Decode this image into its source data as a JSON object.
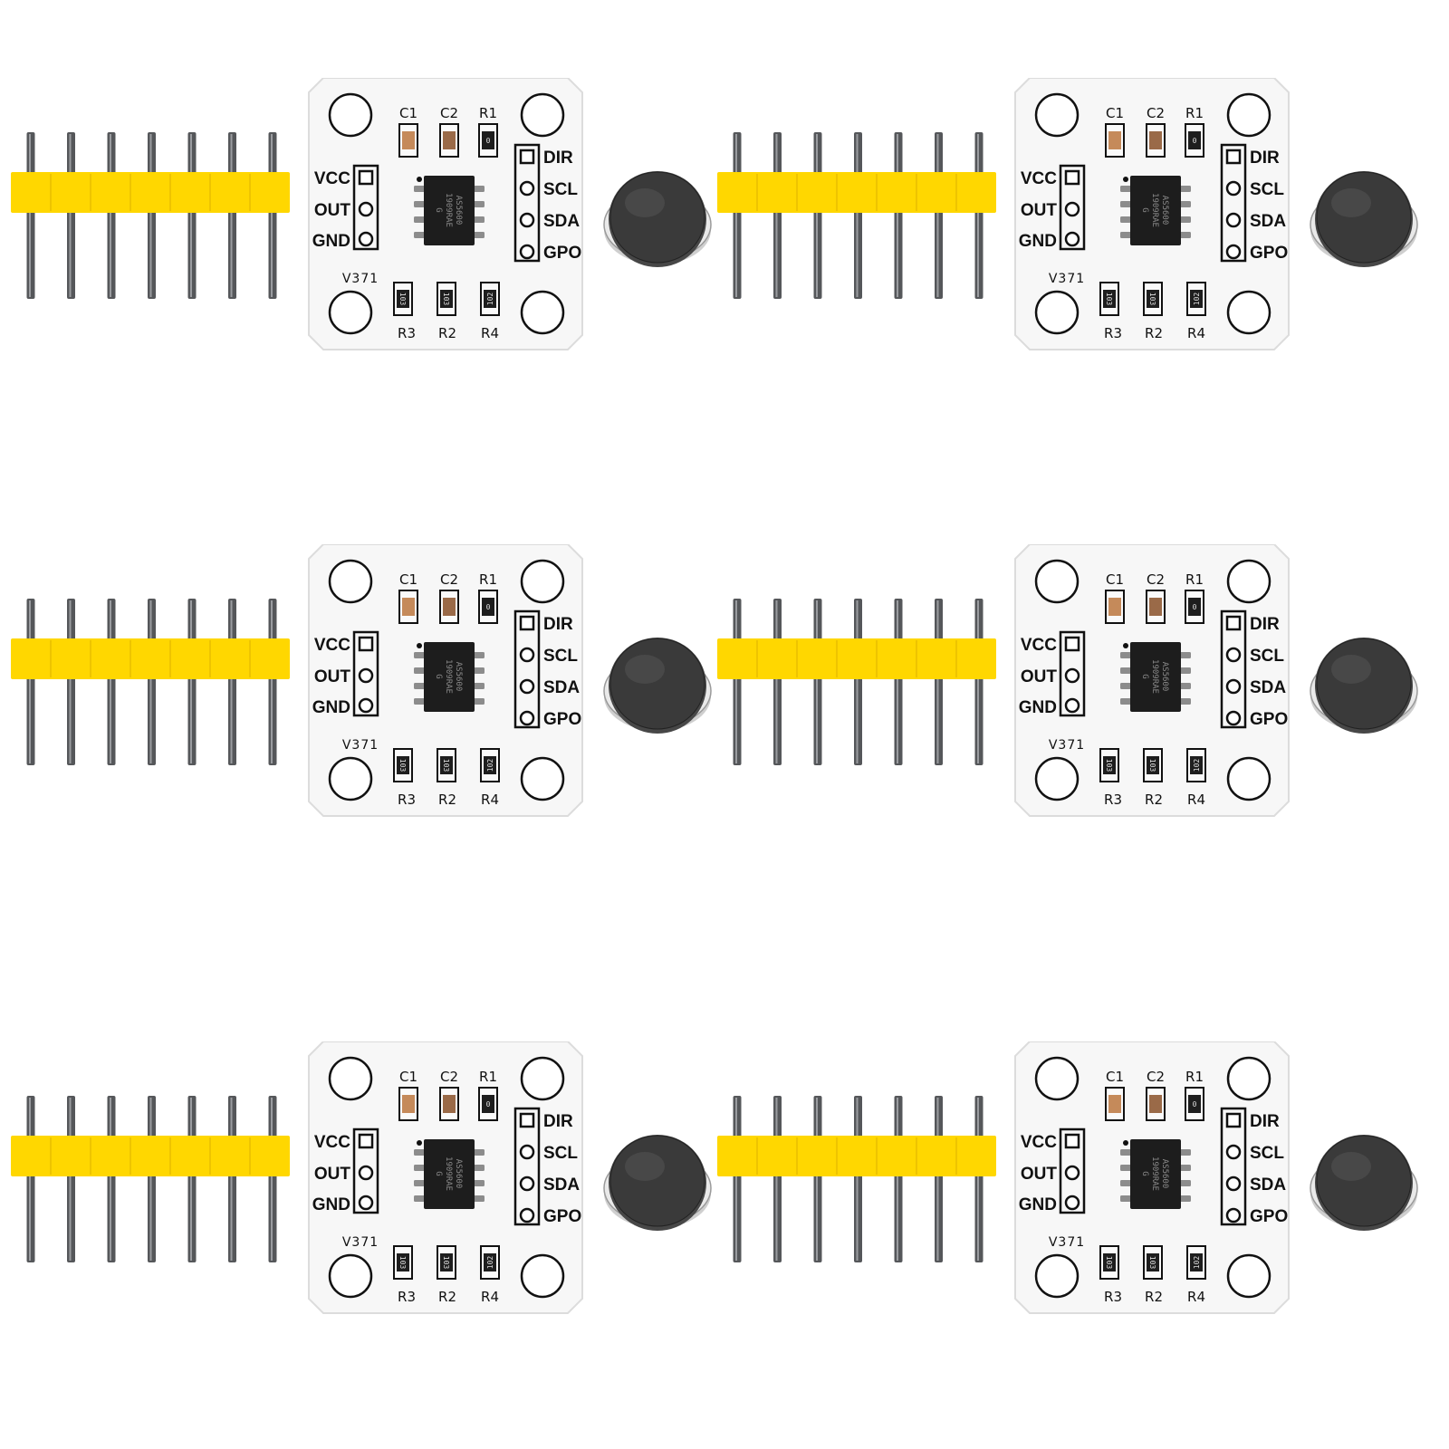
{
  "product": {
    "module_count": 6,
    "colors": {
      "header_plastic": "#ffd700",
      "header_pin": "#55575a",
      "pcb": "#f7f7f7",
      "silkscreen": "#111111",
      "magnet": "#4a4a4a"
    }
  },
  "board": {
    "left_pins": [
      "VCC",
      "OUT",
      "GND"
    ],
    "right_pins": [
      "DIR",
      "SCL",
      "SDA",
      "GPO"
    ],
    "top_components": [
      "C1",
      "C2",
      "R1"
    ],
    "bottom_components": [
      "R3",
      "R2",
      "R4"
    ],
    "board_label": "V371",
    "chip_line1": "AS5600",
    "chip_line2": "1909RAE",
    "chip_line3": "G",
    "resistor_code_r1": "0",
    "resistor_code_r3": "103",
    "resistor_code_r2": "103",
    "resistor_code_r4": "102"
  },
  "header": {
    "pin_count": 7
  },
  "magnet": {
    "icon": "round-magnet-icon"
  }
}
